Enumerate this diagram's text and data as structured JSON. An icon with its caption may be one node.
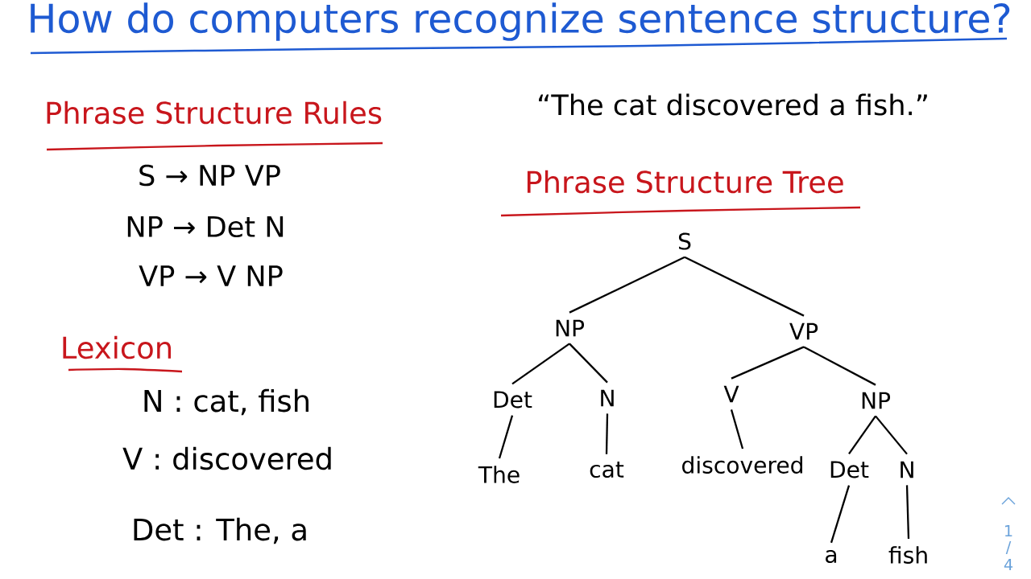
{
  "diagram": {
    "title": "How do computers recognize sentence structure?",
    "nodes": [
      {
        "text": [
          "S"
        ]
      },
      {
        "text": [
          "NP"
        ]
      },
      {
        "text": [
          "VP"
        ]
      },
      {
        "text": [
          "Det"
        ]
      },
      {
        "text": [
          "N"
        ]
      },
      {
        "text": [
          "V"
        ]
      },
      {
        "text": [
          "NP"
        ]
      },
      {
        "text": [
          "The"
        ]
      },
      {
        "text": [
          "cat"
        ]
      },
      {
        "text": [
          "discovered"
        ]
      },
      {
        "text": [
          "Det"
        ]
      },
      {
        "text": [
          "N"
        ]
      },
      {
        "text": [
          "a"
        ]
      },
      {
        "text": [
          "fish"
        ]
      }
    ],
    "edges": [
      {
        "from": 0,
        "to": 1,
        "arrow": "none"
      },
      {
        "from": 0,
        "to": 2,
        "arrow": "none"
      },
      {
        "from": 1,
        "to": 3,
        "arrow": "none"
      },
      {
        "from": 1,
        "to": 4,
        "arrow": "none"
      },
      {
        "from": 2,
        "to": 5,
        "arrow": "none"
      },
      {
        "from": 2,
        "to": 6,
        "arrow": "none"
      },
      {
        "from": 3,
        "to": 7,
        "arrow": "none"
      },
      {
        "from": 4,
        "to": 8,
        "arrow": "none"
      },
      {
        "from": 5,
        "to": 9,
        "arrow": "none"
      },
      {
        "from": 6,
        "to": 10,
        "arrow": "none"
      },
      {
        "from": 6,
        "to": 11,
        "arrow": "none"
      },
      {
        "from": 10,
        "to": 12,
        "arrow": "none"
      },
      {
        "from": 11,
        "to": 13,
        "arrow": "none"
      }
    ],
    "labels": [
      "Phrase Structure Rules",
      "S → NP VP",
      "NP → Det N",
      "VP → V NP",
      "Lexicon",
      "N : cat, fish",
      "V : discovered",
      "Det : The, a",
      "“The cat discovered a fish.”",
      "Phrase Structure Tree",
      "1",
      "/",
      "4"
    ]
  }
}
